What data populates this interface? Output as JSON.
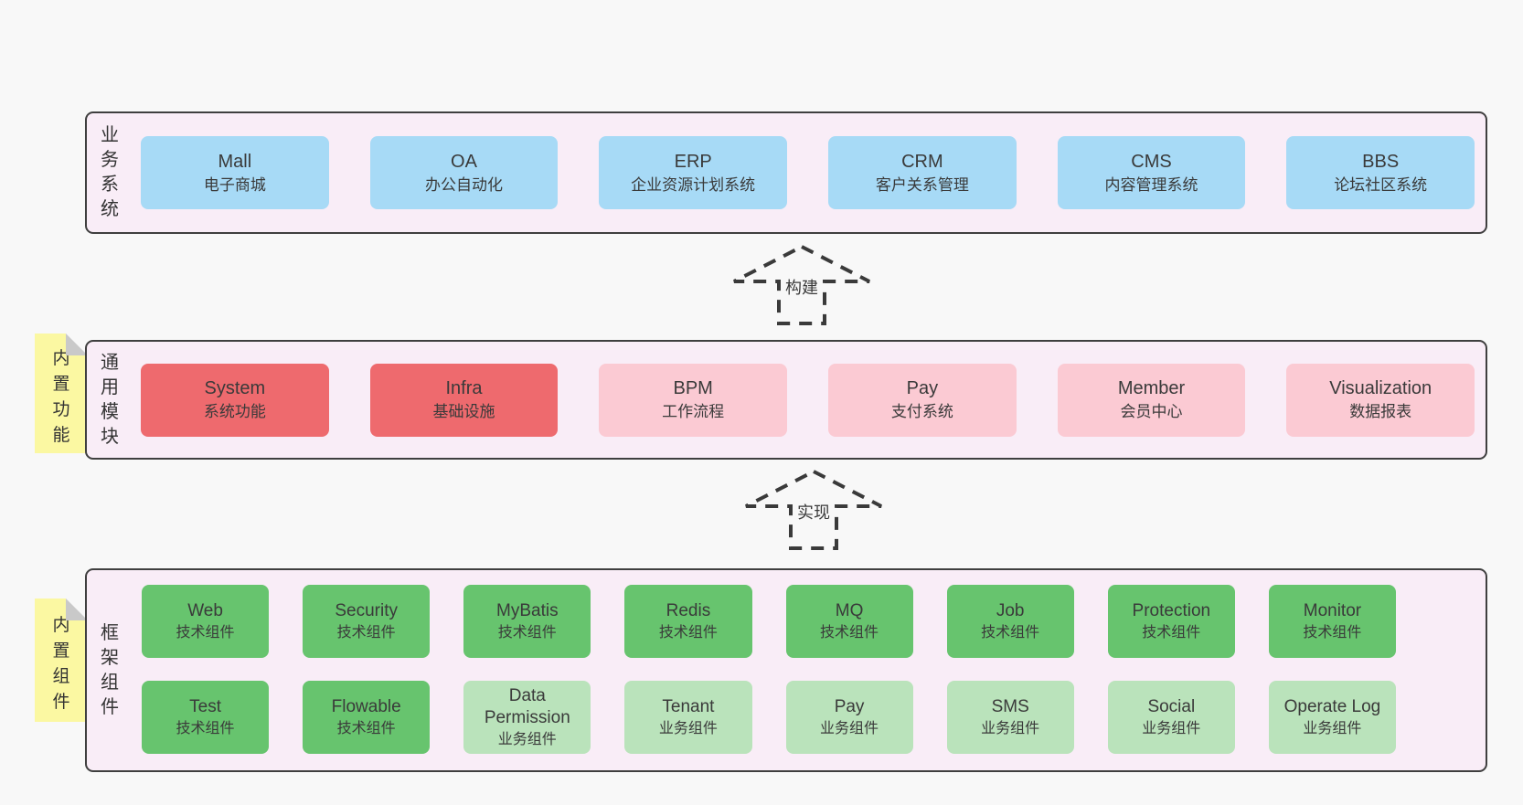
{
  "colors": {
    "page_bg": "#f8f8f8",
    "panel_bg": "#f9edf7",
    "panel_border": "#3f3f3f",
    "blue_box": "#a7daf6",
    "red_box": "#ee6a6e",
    "pink_box": "#fbcad3",
    "green_dark_box": "#67c46e",
    "green_light_box": "#bae3bb",
    "note_yellow": "#fbf8a2",
    "note_fold": "#c9c9c9",
    "text": "#3a3a3a"
  },
  "arrows": [
    {
      "label": "构建"
    },
    {
      "label": "实现"
    }
  ],
  "sections": {
    "business": {
      "label": "业务系统",
      "items": [
        {
          "name": "Mall",
          "desc": "电子商城",
          "variant": "blue"
        },
        {
          "name": "OA",
          "desc": "办公自动化",
          "variant": "blue"
        },
        {
          "name": "ERP",
          "desc": "企业资源计划系统",
          "variant": "blue"
        },
        {
          "name": "CRM",
          "desc": "客户关系管理",
          "variant": "blue"
        },
        {
          "name": "CMS",
          "desc": "内容管理系统",
          "variant": "blue"
        },
        {
          "name": "BBS",
          "desc": "论坛社区系统",
          "variant": "blue"
        }
      ]
    },
    "modules": {
      "label": "通用模块",
      "note": "内置功能",
      "items": [
        {
          "name": "System",
          "desc": "系统功能",
          "variant": "red"
        },
        {
          "name": "Infra",
          "desc": "基础设施",
          "variant": "red"
        },
        {
          "name": "BPM",
          "desc": "工作流程",
          "variant": "pink"
        },
        {
          "name": "Pay",
          "desc": "支付系统",
          "variant": "pink"
        },
        {
          "name": "Member",
          "desc": "会员中心",
          "variant": "pink"
        },
        {
          "name": "Visualization",
          "desc": "数据报表",
          "variant": "pink"
        }
      ]
    },
    "components": {
      "label": "框架组件",
      "note": "内置组件",
      "row1": [
        {
          "name": "Web",
          "desc": "技术组件",
          "variant": "dark"
        },
        {
          "name": "Security",
          "desc": "技术组件",
          "variant": "dark"
        },
        {
          "name": "MyBatis",
          "desc": "技术组件",
          "variant": "dark"
        },
        {
          "name": "Redis",
          "desc": "技术组件",
          "variant": "dark"
        },
        {
          "name": "MQ",
          "desc": "技术组件",
          "variant": "dark"
        },
        {
          "name": "Job",
          "desc": "技术组件",
          "variant": "dark"
        },
        {
          "name": "Protection",
          "desc": "技术组件",
          "variant": "dark"
        },
        {
          "name": "Monitor",
          "desc": "技术组件",
          "variant": "dark"
        }
      ],
      "row2": [
        {
          "name": "Test",
          "desc": "技术组件",
          "variant": "dark"
        },
        {
          "name": "Flowable",
          "desc": "技术组件",
          "variant": "dark"
        },
        {
          "name": "Data Permission",
          "desc": "业务组件",
          "variant": "light"
        },
        {
          "name": "Tenant",
          "desc": "业务组件",
          "variant": "light"
        },
        {
          "name": "Pay",
          "desc": "业务组件",
          "variant": "light"
        },
        {
          "name": "SMS",
          "desc": "业务组件",
          "variant": "light"
        },
        {
          "name": "Social",
          "desc": "业务组件",
          "variant": "light"
        },
        {
          "name": "Operate Log",
          "desc": "业务组件",
          "variant": "light"
        }
      ]
    }
  }
}
